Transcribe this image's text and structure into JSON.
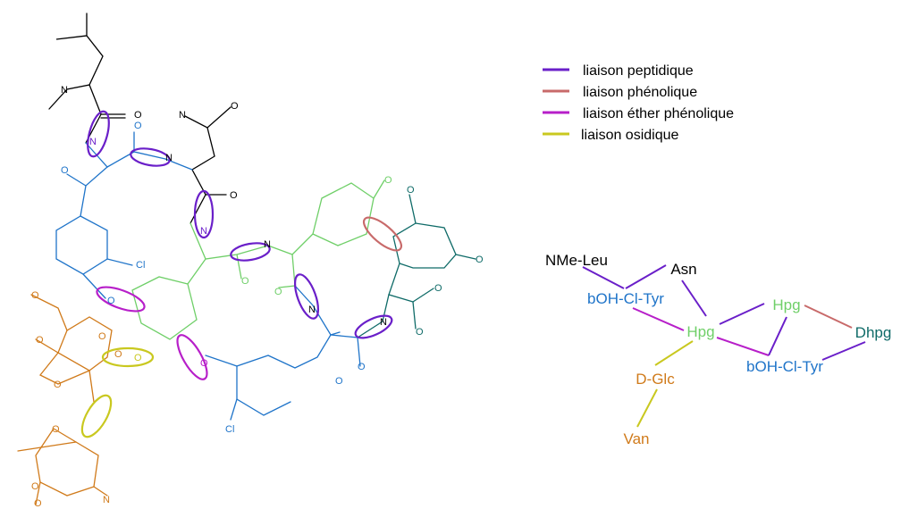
{
  "colors": {
    "black": "#000000",
    "tyr": "#1f74c9",
    "hpg": "#6fcf68",
    "dhpg": "#0f6b68",
    "sugar": "#d07a1a",
    "peptide": "#6a1fc9",
    "phenolic": "#c86a6a",
    "ether": "#b71fc9",
    "osidic": "#c9c81f"
  },
  "legend": [
    {
      "label": "liaison peptidique",
      "color": "#6a1fc9"
    },
    {
      "label": "liaison phénolique",
      "color": "#c86a6a"
    },
    {
      "label": "liaison éther phénolique",
      "color": "#b71fc9"
    },
    {
      "label": "liaison osidique",
      "color": "#c9c81f"
    }
  ],
  "atoms": {
    "N": "N",
    "O": "O",
    "Cl": "Cl"
  },
  "graph": {
    "nodes": [
      {
        "id": "nmeleu",
        "label": "NMe-Leu",
        "color": "#000000"
      },
      {
        "id": "asn",
        "label": "Asn",
        "color": "#000000"
      },
      {
        "id": "tyr1",
        "label": "bOH-Cl-Tyr",
        "color": "#1f74c9"
      },
      {
        "id": "hpg1",
        "label": "Hpg",
        "color": "#6fcf68"
      },
      {
        "id": "hpg2",
        "label": "Hpg",
        "color": "#6fcf68"
      },
      {
        "id": "dhpg",
        "label": "Dhpg",
        "color": "#0f6b68"
      },
      {
        "id": "tyr2",
        "label": "bOH-Cl-Tyr",
        "color": "#1f74c9"
      },
      {
        "id": "dglc",
        "label": "D-Glc",
        "color": "#d07a1a"
      },
      {
        "id": "van",
        "label": "Van",
        "color": "#d07a1a"
      }
    ],
    "edges": [
      {
        "from": "nmeleu",
        "to": "tyr1",
        "type": "peptide"
      },
      {
        "from": "tyr1",
        "to": "asn",
        "type": "peptide"
      },
      {
        "from": "asn",
        "to": "hpg1",
        "type": "peptide"
      },
      {
        "from": "tyr1",
        "to": "hpg1",
        "type": "ether"
      },
      {
        "from": "hpg1",
        "to": "hpg2",
        "type": "peptide"
      },
      {
        "from": "hpg1",
        "to": "tyr2",
        "type": "ether"
      },
      {
        "from": "hpg2",
        "to": "tyr2",
        "type": "peptide"
      },
      {
        "from": "hpg2",
        "to": "dhpg",
        "type": "phenolic"
      },
      {
        "from": "tyr2",
        "to": "dhpg",
        "type": "peptide"
      },
      {
        "from": "hpg1",
        "to": "dglc",
        "type": "osidic"
      },
      {
        "from": "dglc",
        "to": "van",
        "type": "osidic"
      }
    ]
  }
}
